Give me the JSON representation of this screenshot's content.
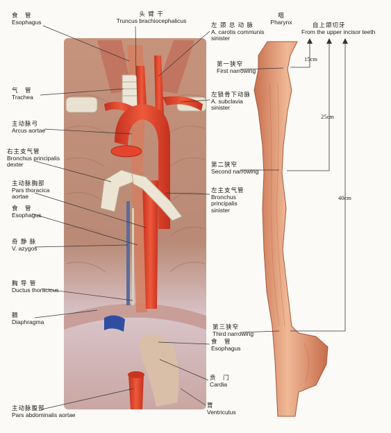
{
  "left_labels": [
    {
      "id": "esophagus-top",
      "zh": "食　管",
      "en": "Esophagus"
    },
    {
      "id": "trachea",
      "zh": "气　管",
      "en": "Trachea"
    },
    {
      "id": "arcus-aortae",
      "zh": "主动脉弓",
      "en": "Arcus aortae"
    },
    {
      "id": "bronchus-dexter",
      "zh": "右主支气管",
      "en": "Bronchus principalis dexter"
    },
    {
      "id": "pars-thoracica",
      "zh": "主动脉胸部",
      "en": "Pars thoracica aortae"
    },
    {
      "id": "esophagus-mid",
      "zh": "食　管",
      "en": "Esophagus"
    },
    {
      "id": "v-azygos",
      "zh": "奇 静 脉",
      "en": "V. azygos"
    },
    {
      "id": "ductus-thoracicus",
      "zh": "胸 导 管",
      "en": "Ductus thoracicus"
    },
    {
      "id": "diaphragma",
      "zh": "膈",
      "en": "Diaphragma"
    },
    {
      "id": "pars-abdominalis",
      "zh": "主动脉腹部",
      "en": "Pars abdominalis aortae"
    }
  ],
  "right_labels": [
    {
      "id": "truncus",
      "zh": "头 臂 干",
      "en": "Truncus brachiocephalicus"
    },
    {
      "id": "carotis",
      "zh": "左 颈 总 动 脉",
      "en": "A. carotis communis sinister"
    },
    {
      "id": "subclavia",
      "zh": "左锁骨下动脉",
      "en": "A. subclavia sinister"
    },
    {
      "id": "bronchus-sinister",
      "zh": "左主支气管",
      "en": "Bronchus principalis sinister"
    },
    {
      "id": "esophagus-bottom",
      "zh": "食　管",
      "en": "Esophagus"
    },
    {
      "id": "cardia",
      "zh": "贲　门",
      "en": "Cardia"
    },
    {
      "id": "ventriculus",
      "zh": "胃",
      "en": "Ventriculus"
    }
  ],
  "esophagus_labels": [
    {
      "id": "pharynx",
      "zh": "咽",
      "en": "Pharynx"
    },
    {
      "id": "first-narrowing",
      "zh": "第一狭窄",
      "en": "First narrowing"
    },
    {
      "id": "second-narrowing",
      "zh": "第二狭窄",
      "en": "Second narrowing"
    },
    {
      "id": "third-narrowing",
      "zh": "第三狭窄",
      "en": "Third narrowing"
    }
  ],
  "incisor": {
    "zh": "自上颌切牙",
    "en": "From the upper incisor teeth"
  },
  "measurements": {
    "first": "15cm",
    "second": "25cm",
    "third": "40cm"
  },
  "colors": {
    "aorta": "#e0452e",
    "tissue": "#c98a6e",
    "esophagus": "#e4a07c",
    "line": "#333333"
  }
}
